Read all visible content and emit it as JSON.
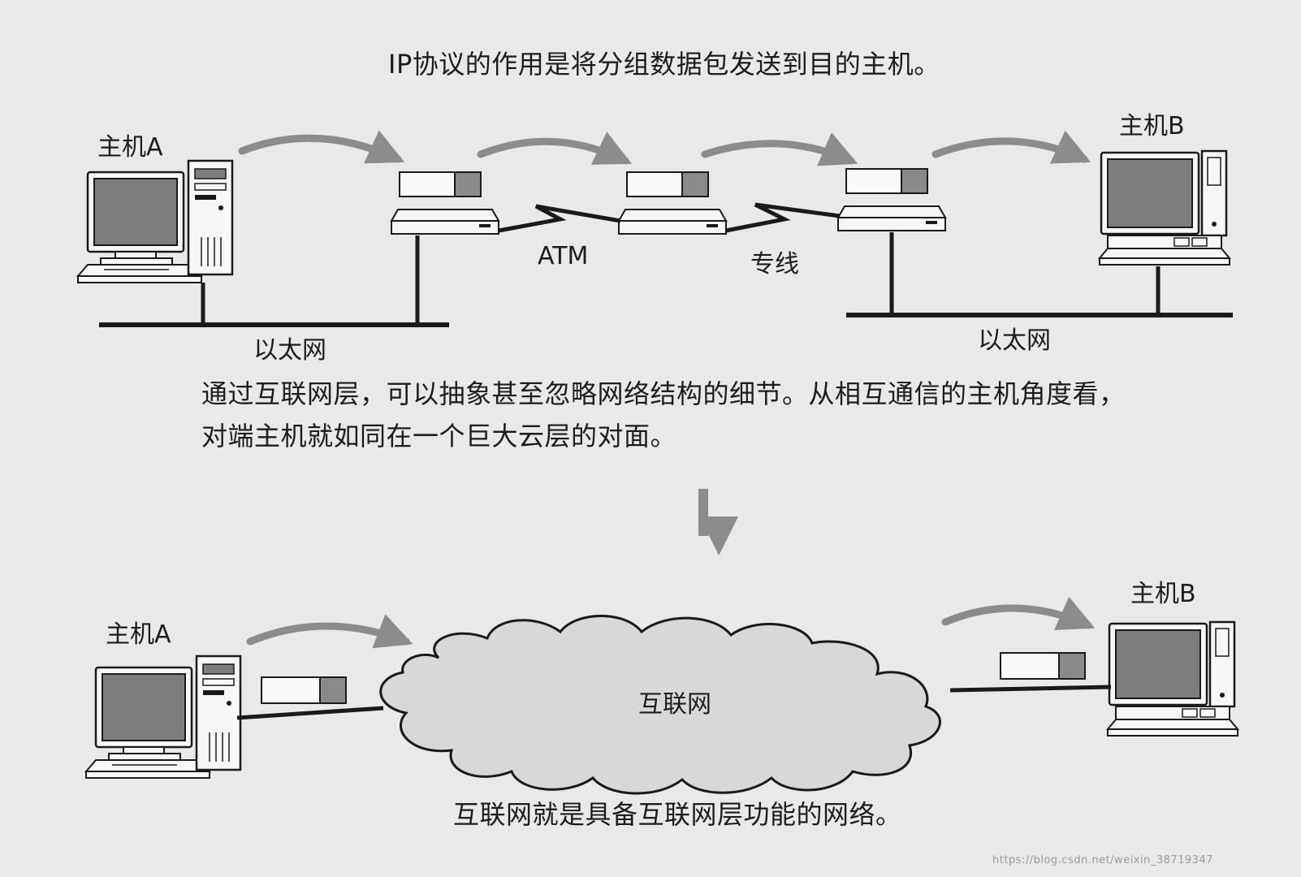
{
  "captions": {
    "top": "IP协议的作用是将分组数据包发送到目的主机。",
    "middle_line1": "通过互联网层，可以抽象甚至忽略网络结构的细节。从相互通信的主机角度看，",
    "middle_line2": "对端主机就如同在一个巨大云层的对面。",
    "bottom": "互联网就是具备互联网层功能的网络。"
  },
  "top_diagram": {
    "host_a_label": "主机A",
    "host_b_label": "主机B",
    "atm_label": "ATM",
    "leased_line_label": "专线",
    "ethernet_left_label": "以太网",
    "ethernet_right_label": "以太网"
  },
  "bottom_diagram": {
    "host_a_label": "主机A",
    "host_b_label": "主机B",
    "cloud_label": "互联网"
  },
  "watermark": "https://blog.csdn.net/weixin_38719347",
  "colors": {
    "background": "#e9e9e7",
    "arrow": "#8c8c8c",
    "line": "#1a1a1a",
    "screen": "#7d7d7d",
    "cloud": "#d8d8d6"
  }
}
